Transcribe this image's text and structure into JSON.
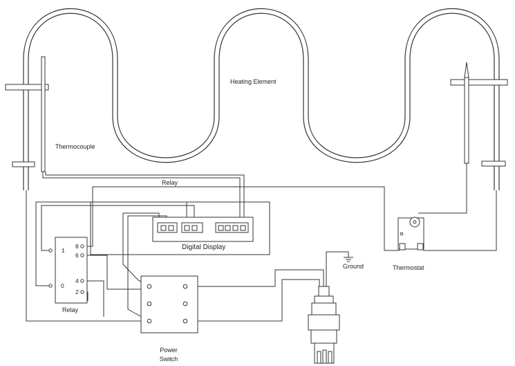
{
  "labels": {
    "heating_element": "Heating Element",
    "thermocouple": "Thermocouple",
    "relay_top": "Relay",
    "digital_display": "Digital Display",
    "relay_box": "Relay",
    "ground": "Ground",
    "thermostat": "Thermostat",
    "power_switch_line1": "Power",
    "power_switch_line2": "Switch"
  },
  "relay_pins": {
    "p1": "1",
    "p0": "0",
    "p8": "8",
    "p6": "6",
    "p4": "4",
    "p2": "2"
  },
  "colors": {
    "line": "#333333",
    "background": "#ffffff"
  }
}
